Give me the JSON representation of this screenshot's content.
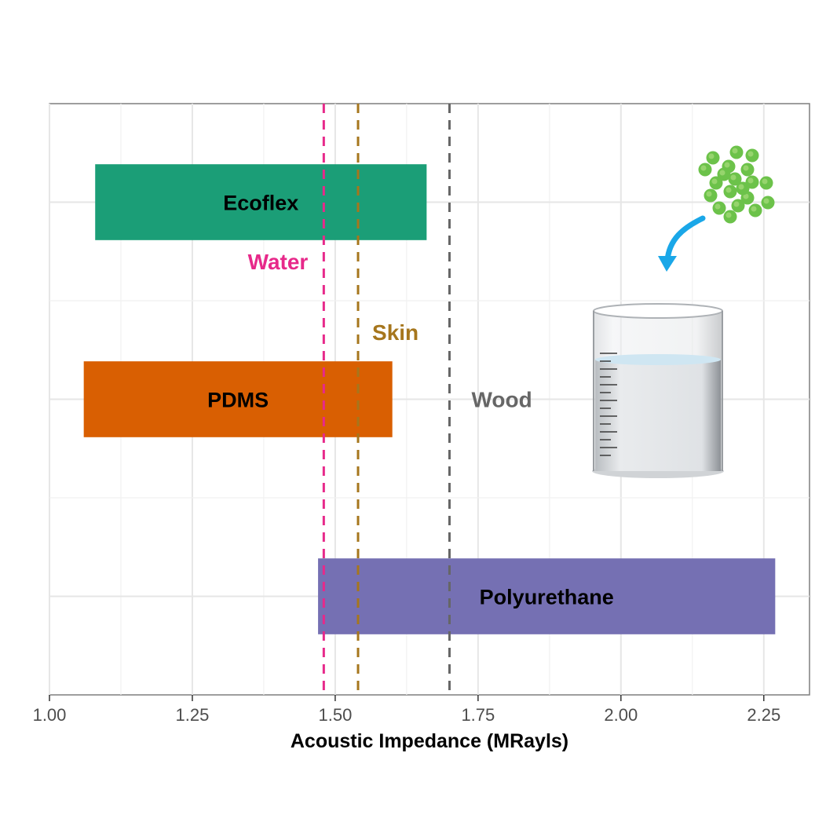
{
  "chart_data": {
    "type": "bar",
    "orientation": "horizontal-range",
    "title": "",
    "xlabel": "Acoustic Impedance (MRayls)",
    "ylabel": "",
    "xlim": [
      1.0,
      2.33
    ],
    "x_ticks": [
      1.0,
      1.25,
      1.5,
      1.75,
      2.0,
      2.25
    ],
    "x_tick_labels": [
      "1.00",
      "1.25",
      "1.50",
      "1.75",
      "2.00",
      "2.25"
    ],
    "grid": true,
    "legend": "none",
    "bars": [
      {
        "name": "Ecoflex",
        "start": 1.08,
        "end": 1.66,
        "color": "#1b9e77"
      },
      {
        "name": "PDMS",
        "start": 1.06,
        "end": 1.6,
        "color": "#d95f02"
      },
      {
        "name": "Polyurethane",
        "start": 1.47,
        "end": 2.27,
        "color": "#7570b3"
      }
    ],
    "reference_lines": [
      {
        "name": "Water",
        "value": 1.48,
        "color": "#e7298a"
      },
      {
        "name": "Skin",
        "value": 1.54,
        "color": "#a6761d"
      },
      {
        "name": "Wood",
        "value": 1.7,
        "color": "#666666"
      }
    ]
  },
  "illustration": {
    "particles_color": "#6cc24a",
    "arrow_color": "#1aa7e8",
    "beaker_liquid_color": "#e4e6e8"
  }
}
